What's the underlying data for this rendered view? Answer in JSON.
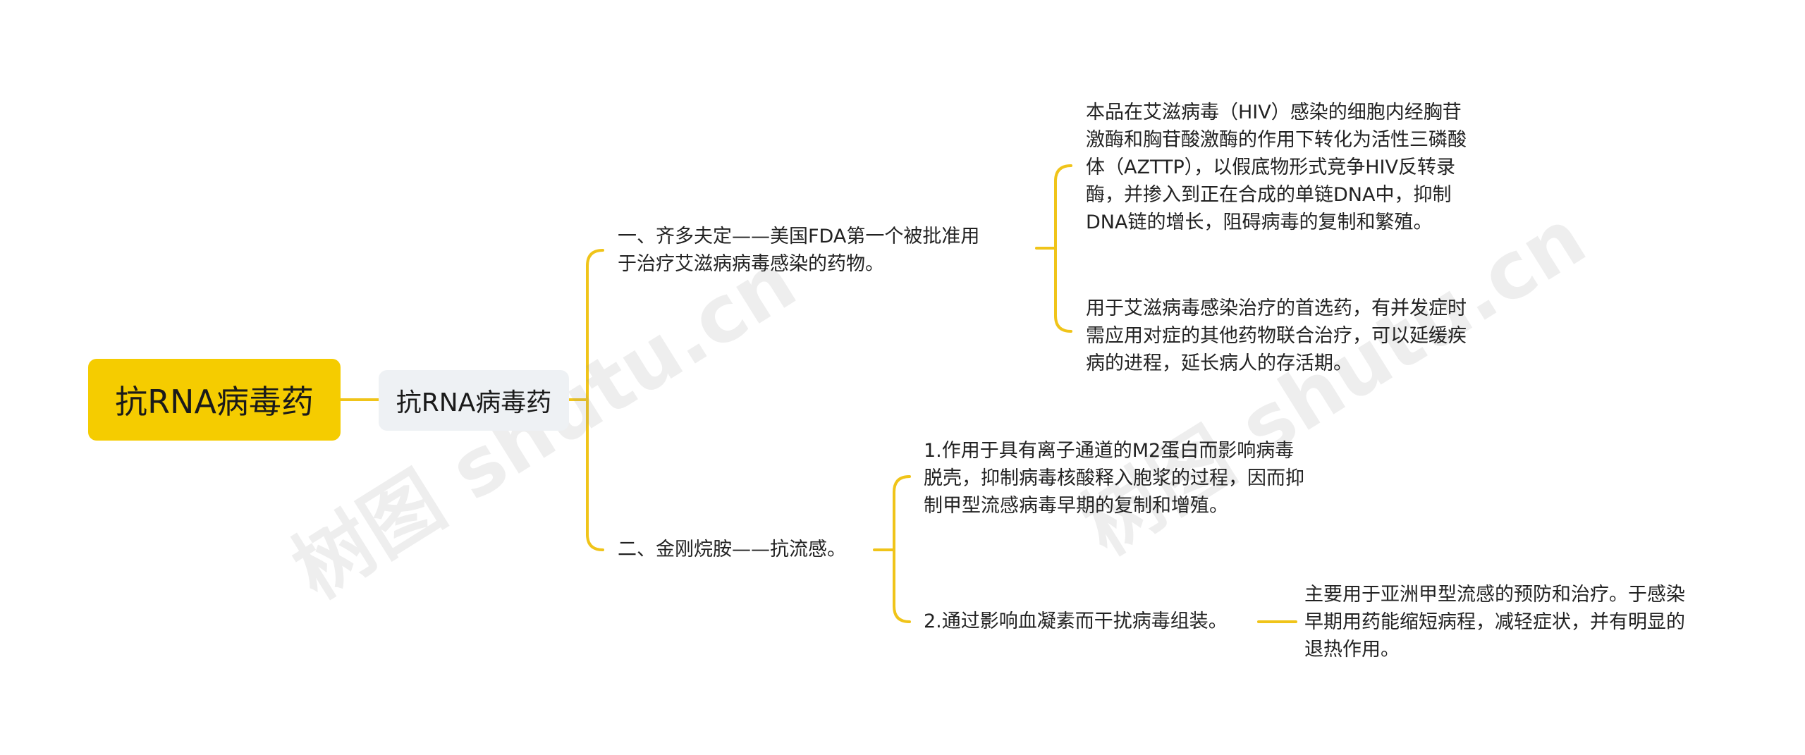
{
  "theme": {
    "accent": "#f5cc00",
    "line": "#f0c419",
    "hub_bg": "#eef1f4"
  },
  "watermark": [
    "树图 shutu.cn",
    "树图 shutu.cn"
  ],
  "root": {
    "label": "抗RNA病毒药"
  },
  "hub": {
    "label": "抗RNA病毒药"
  },
  "branch1": {
    "title_lines": [
      "一、齐多夫定——美国FDA第一个被批准用",
      "于治疗艾滋病病毒感染的药物。"
    ],
    "child_a_lines": [
      "本品在艾滋病毒（HIV）感染的细胞内经胸苷",
      "激酶和胸苷酸激酶的作用下转化为活性三磷酸",
      "体（AZTTP），以假底物形式竞争HIV反转录",
      "酶，并掺入到正在合成的单链DNA中，抑制",
      "DNA链的增长，阻碍病毒的复制和繁殖。"
    ],
    "child_b_lines": [
      "用于艾滋病毒感染治疗的首选药，有并发症时",
      "需应用对症的其他药物联合治疗，可以延缓疾",
      "病的进程，延长病人的存活期。"
    ]
  },
  "branch2": {
    "title_lines": [
      "二、金刚烷胺——抗流感。"
    ],
    "child_a_lines": [
      "1.作用于具有离子通道的M2蛋白而影响病毒",
      "脱壳，抑制病毒核酸释入胞浆的过程，因而抑",
      "制甲型流感病毒早期的复制和增殖。"
    ],
    "child_b_lines": [
      "2.通过影响血凝素而干扰病毒组装。"
    ],
    "child_b_detail_lines": [
      "主要用于亚洲甲型流感的预防和治疗。于感染",
      "早期用药能缩短病程，减轻症状，并有明显的",
      "退热作用。"
    ]
  }
}
